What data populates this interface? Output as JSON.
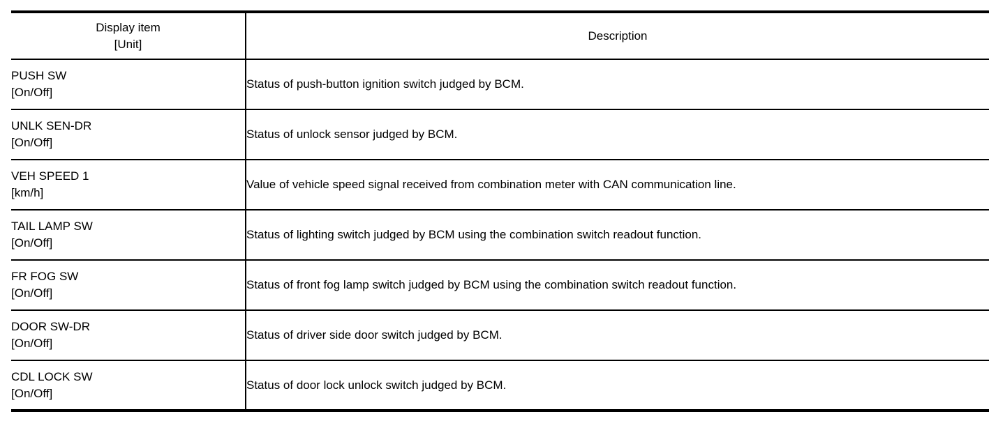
{
  "table": {
    "header": {
      "display_item_label": "Display item",
      "display_item_unit_label": "[Unit]",
      "description_label": "Description"
    },
    "rows": [
      {
        "item": "PUSH SW",
        "unit": "[On/Off]",
        "description": "Status of push-button ignition switch judged by BCM."
      },
      {
        "item": "UNLK SEN-DR",
        "unit": "[On/Off]",
        "description": "Status of unlock sensor judged by BCM."
      },
      {
        "item": "VEH SPEED 1",
        "unit": "[km/h]",
        "description": "Value of vehicle speed signal received from combination meter with CAN communication line."
      },
      {
        "item": "TAIL LAMP SW",
        "unit": "[On/Off]",
        "description": "Status of lighting switch judged by BCM using the combination switch readout function."
      },
      {
        "item": "FR FOG SW",
        "unit": "[On/Off]",
        "description": "Status of front fog lamp switch judged by BCM using the combination switch readout function."
      },
      {
        "item": "DOOR SW-DR",
        "unit": "[On/Off]",
        "description": "Status of driver side door switch judged by BCM."
      },
      {
        "item": "CDL LOCK SW",
        "unit": "[On/Off]",
        "description": "Status of door lock unlock switch judged by BCM."
      }
    ],
    "colors": {
      "border": "#000000",
      "text": "#000000",
      "background": "#ffffff"
    }
  }
}
